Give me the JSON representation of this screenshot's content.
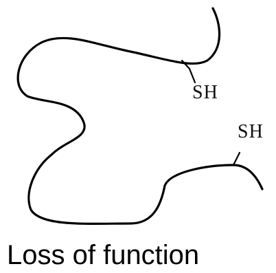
{
  "diagram": {
    "groups": {
      "upper": "SH",
      "lower": "SH"
    },
    "caption": "Loss of function"
  }
}
